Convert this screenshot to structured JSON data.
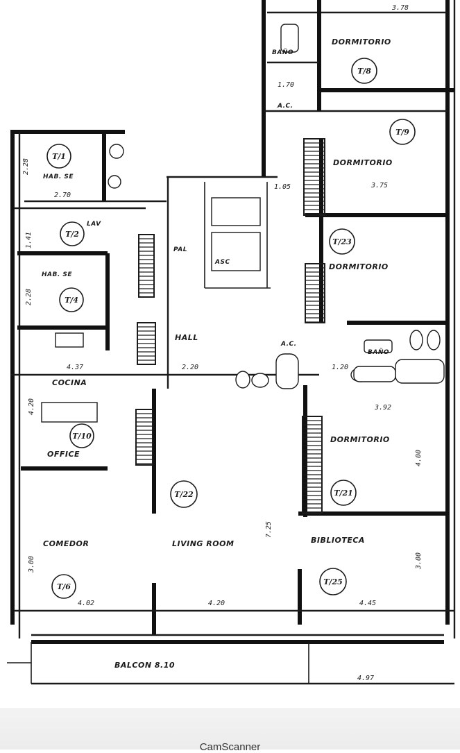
{
  "rooms": {
    "hab_top": "HAB. SE",
    "lav": "LAV",
    "hab_mid": "HAB. SE",
    "cocina": "COCINA",
    "office": "OFFICE",
    "comedor": "COMEDOR",
    "living": "LIVING ROOM",
    "biblioteca": "BIBLIOTECA",
    "dorm_top": "DORMITORIO",
    "ac_top": "A.C.",
    "dorm_2": "DORMITORIO",
    "dorm_3": "DORMITORIO",
    "dorm_4": "DORMITORIO",
    "bano_top": "BAÑO",
    "bano_mid": "BAÑO",
    "hall": "HALL",
    "pal": "PAL",
    "ac_mid": "A.C.",
    "balcon": "BALCON 8.10",
    "asc": "ASC"
  },
  "tags": {
    "t11": "T/1",
    "t12": "T/2",
    "t14": "T/4",
    "t10": "T/10",
    "t16": "T/6",
    "t22": "T/22",
    "t18": "T/8",
    "t19": "T/9",
    "t23": "T/23",
    "t21": "T/21",
    "t25": "T/25"
  },
  "dims": {
    "d_378": "3.78",
    "d_270": "2.70",
    "d_228": "2.28",
    "d_228b": "2.28",
    "d_141": "1.41",
    "d_437": "4.37",
    "d_220": "2.20",
    "d_402": "4.02",
    "d_420": "4.20",
    "d_445": "4.45",
    "d_497": "4.97",
    "d_375": "3.75",
    "d_392": "3.92",
    "d_300": "3.00",
    "d_300b": "3.00",
    "d_420b": "4.20",
    "d_725": "7.25",
    "d_105": "1.05",
    "d_120": "1.20",
    "d_400": "4.00",
    "d_170": "1.70"
  },
  "footer": {
    "brand": "CamScanner"
  }
}
